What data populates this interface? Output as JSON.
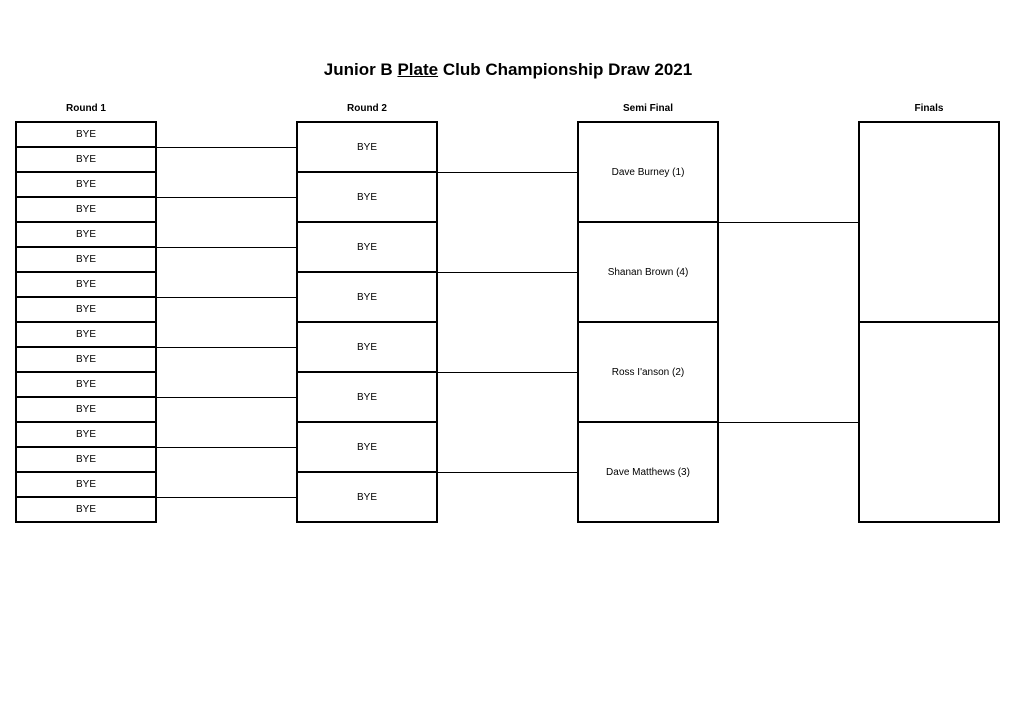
{
  "title": {
    "part1": "Junior B",
    "underlined": "Plate",
    "part2": "Club Championship Draw 2021"
  },
  "columns": {
    "round1": "Round 1",
    "round2": "Round 2",
    "semi": "Semi Final",
    "finals": "Finals"
  },
  "round1": [
    "BYE",
    "BYE",
    "BYE",
    "BYE",
    "BYE",
    "BYE",
    "BYE",
    "BYE",
    "BYE",
    "BYE",
    "BYE",
    "BYE",
    "BYE",
    "BYE",
    "BYE",
    "BYE"
  ],
  "round2": [
    "BYE",
    "BYE",
    "BYE",
    "BYE",
    "BYE",
    "BYE",
    "BYE",
    "BYE"
  ],
  "semi": [
    "Dave Burney (1)",
    "Shanan Brown (4)",
    "Ross I'anson (2)",
    "Dave Matthews (3)"
  ],
  "finals": [
    "",
    ""
  ]
}
